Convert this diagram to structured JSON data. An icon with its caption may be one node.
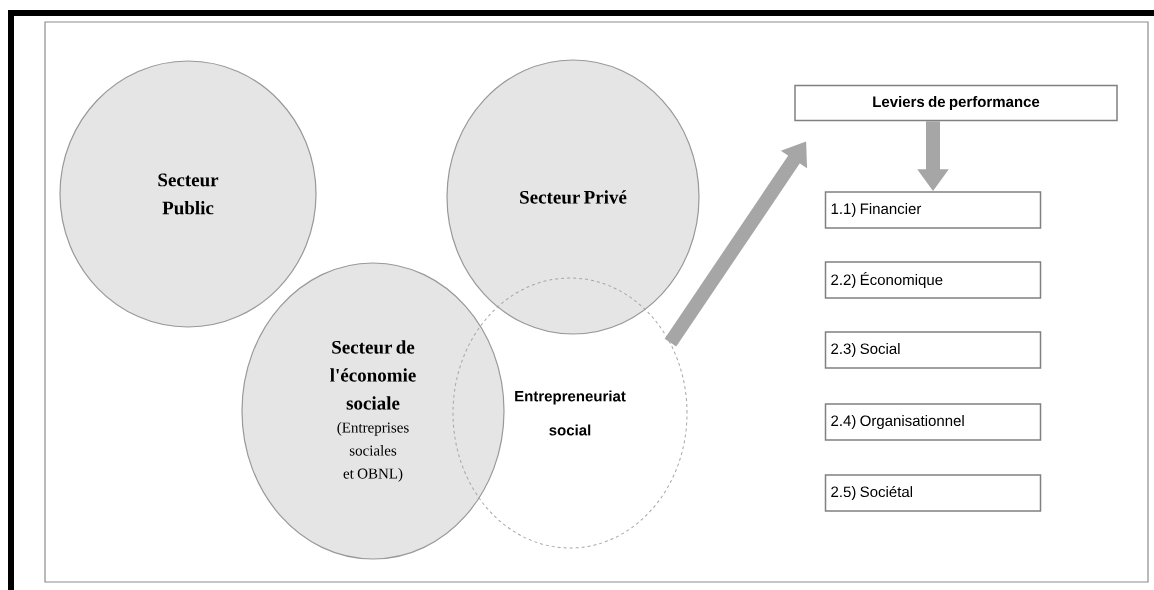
{
  "diagram": {
    "nodes": [
      {
        "text": [
          "Secteur Public"
        ]
      },
      {
        "text": [
          "Secteur Privé"
        ]
      },
      {
        "text": [
          "Secteur de l'économie sociale",
          "(Entreprises sociales et OBNL)"
        ]
      },
      {
        "text": [
          "Entrepreneuriat social"
        ]
      },
      {
        "text": [
          "Leviers de performance"
        ]
      },
      {
        "text": [
          "1.1) Financier"
        ]
      },
      {
        "text": [
          "2.2) Économique"
        ]
      },
      {
        "text": [
          "2.3) Social"
        ]
      },
      {
        "text": [
          "2.4) Organisationnel"
        ]
      },
      {
        "text": [
          "2.5) Sociétal"
        ]
      }
    ],
    "edges": [
      {
        "from": 3,
        "to": 4,
        "arrow": "to"
      },
      {
        "from": 4,
        "to": 5,
        "arrow": "to"
      }
    ]
  }
}
